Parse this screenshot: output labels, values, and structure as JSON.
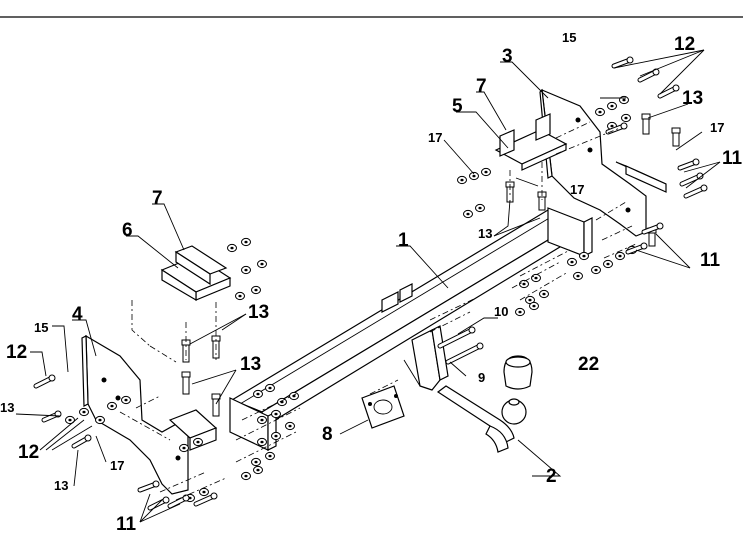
{
  "callouts": {
    "c1": "1",
    "c2": "2",
    "c3": "3",
    "c4": "4",
    "c5": "5",
    "c6": "6",
    "c7a": "7",
    "c7b": "7",
    "c8": "8",
    "c9": "9",
    "c10": "10",
    "c11a": "11",
    "c11b": "11",
    "c11c": "11",
    "c12a": "12",
    "c12b": "12",
    "c12c": "12",
    "c13a": "13",
    "c13b": "13",
    "c13c": "13",
    "c13d": "13",
    "c13e": "13",
    "c13f": "13",
    "c15a": "15",
    "c15b": "15",
    "c17a": "17",
    "c17b": "17",
    "c17c": "17",
    "c17d": "17",
    "c22": "22"
  }
}
